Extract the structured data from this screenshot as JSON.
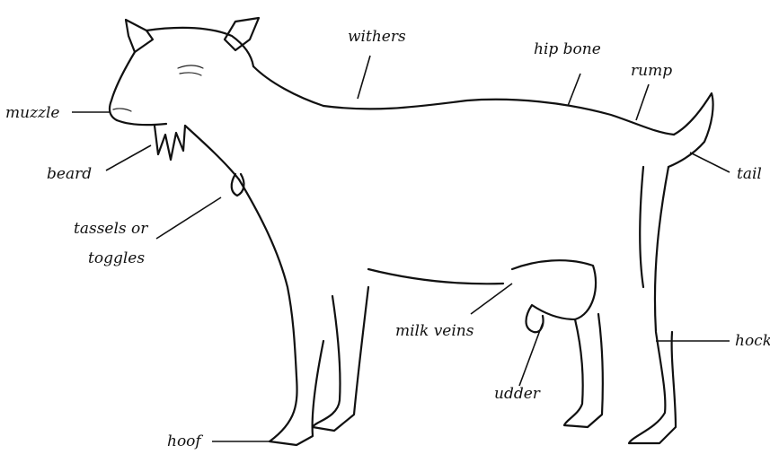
{
  "labels": {
    "withers": "withers",
    "hip_bone": "hip bone",
    "rump": "rump",
    "muzzle": "muzzle",
    "beard": "beard",
    "tail": "tail",
    "tassels_line1": "tassels or",
    "tassels_line2": "toggles",
    "milk_veins": "milk veins",
    "hock": "hock",
    "udder": "udder",
    "hoof": "hoof"
  }
}
